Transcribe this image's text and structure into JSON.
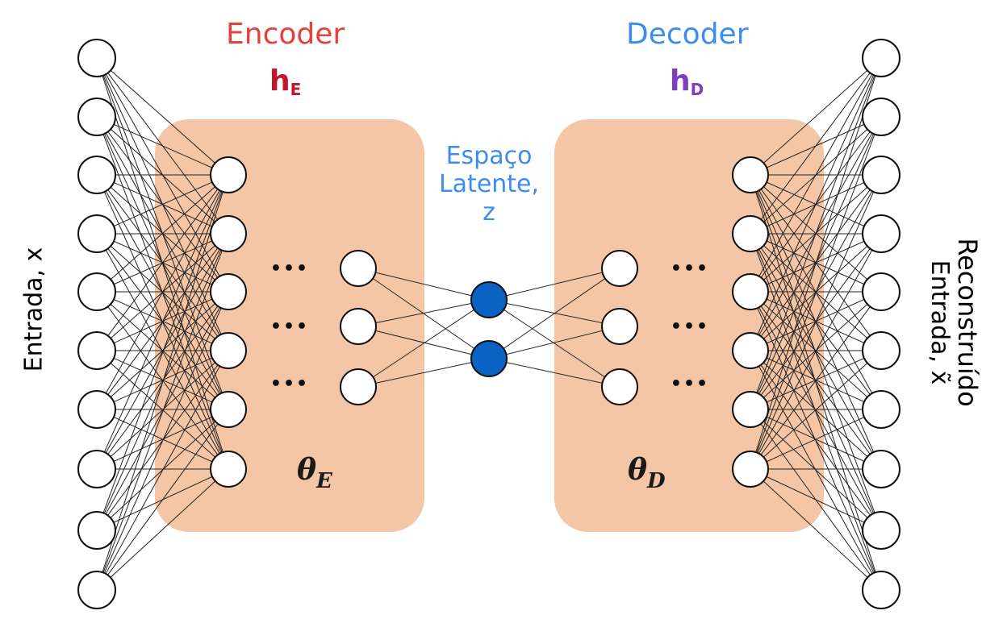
{
  "encoder": {
    "title": "Encoder",
    "h_base": "h",
    "h_sub": "E",
    "theta_base": "θ",
    "theta_sub": "E"
  },
  "decoder": {
    "title": "Decoder",
    "h_base": "h",
    "h_sub": "D",
    "theta_base": "θ",
    "theta_sub": "D"
  },
  "latent": {
    "label": "Espaço Latente, z"
  },
  "input": {
    "label": "Entrada, x"
  },
  "output": {
    "label_line1": "Reconstruído",
    "label_line2": "Entrada, x̃"
  },
  "ellipsis": "•••",
  "colors": {
    "encoder_title": "#e8403c",
    "decoder_title": "#3b8ef0",
    "h_encoder": "#c0172b",
    "h_decoder": "#7b3fbf",
    "latent_text": "#3b8ef0",
    "panel_fill": "#f5c6a5",
    "latent_node": "#0a63c4"
  }
}
